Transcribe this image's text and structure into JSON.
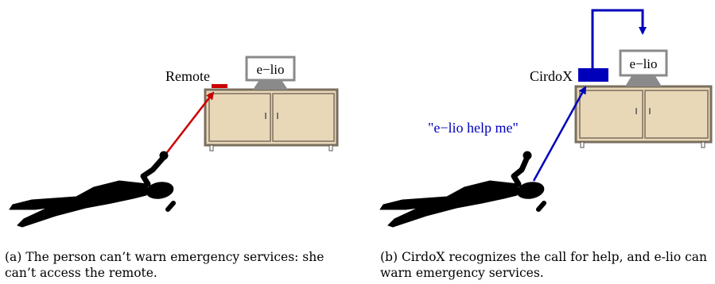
{
  "panel_a": {
    "remote_label": "Remote",
    "tv_label": "e−lio",
    "caption": "(a) The person can’t warn emergency services: she can’t access the remote."
  },
  "panel_b": {
    "cirdox_label": "CirdoX",
    "tv_label": "e−lio",
    "speech": "\"e−lio help me\"",
    "caption": "(b) CirdoX recognizes the call for help, and e-lio can warn emergency services."
  },
  "colors": {
    "cabinet": "#e8d8b8",
    "cabinet_border": "#7a6e5e",
    "tv_grey": "#8a8a8a",
    "remote_red": "#cc0000",
    "cirdox_blue": "#0000bb",
    "figure": "#000000"
  }
}
